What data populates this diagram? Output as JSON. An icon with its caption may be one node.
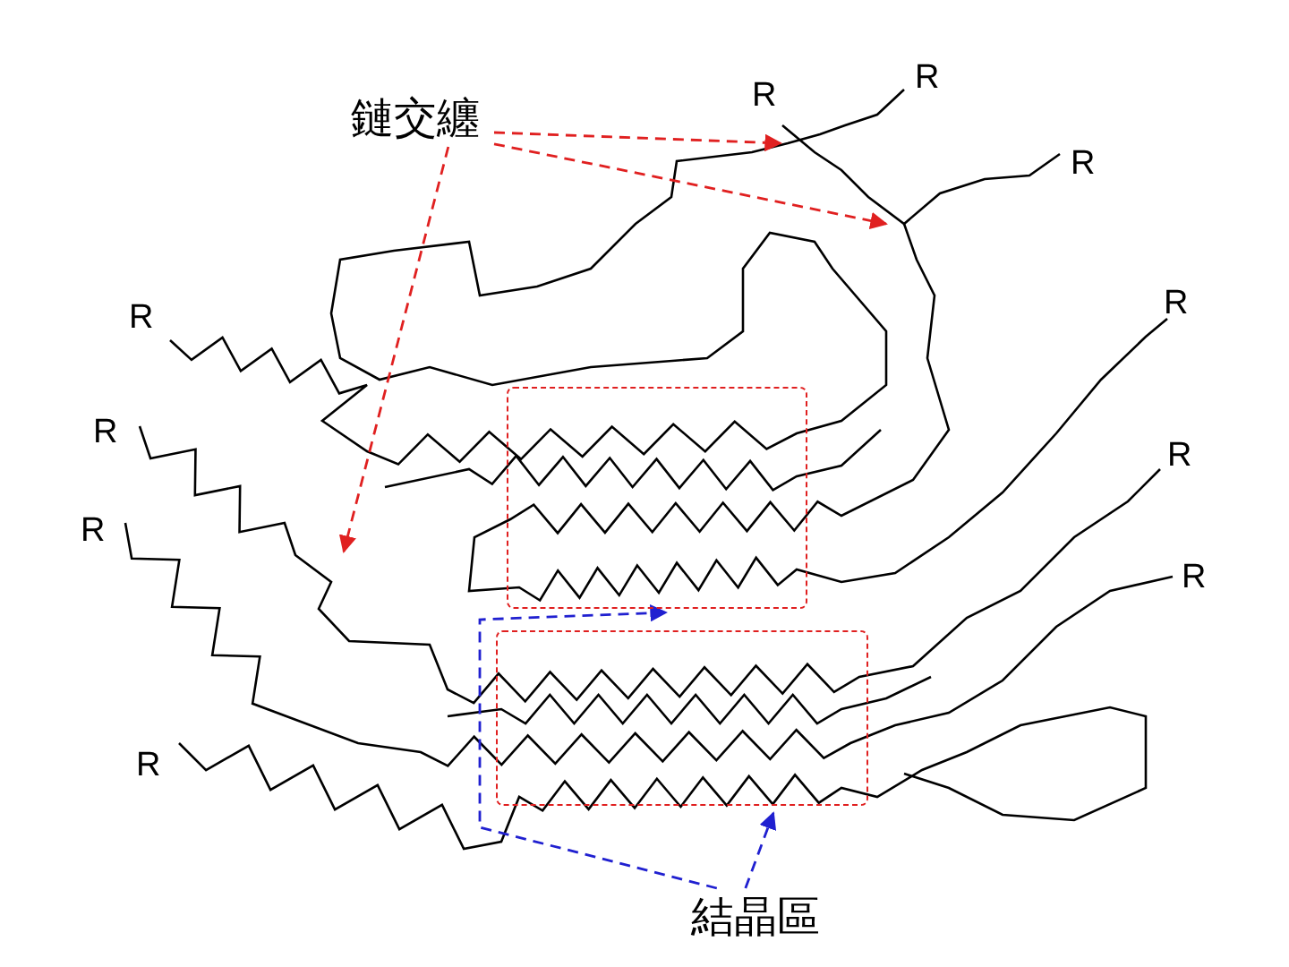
{
  "diagram": {
    "nodes": [
      {
        "text": [
          "鏈交纏"
        ]
      },
      {
        "text": [],
        "shape": "box"
      },
      {
        "text": [],
        "shape": "box"
      },
      {
        "text": [
          "結晶區"
        ]
      }
    ],
    "edges": [
      {
        "from": 0,
        "to": null,
        "arrow": "to",
        "style": "dashed",
        "color": "#e02020"
      },
      {
        "from": 0,
        "to": null,
        "arrow": "to",
        "style": "dashed",
        "color": "#e02020"
      },
      {
        "from": 0,
        "to": null,
        "arrow": "to",
        "style": "dashed",
        "color": "#e02020"
      },
      {
        "from": 3,
        "to": 1,
        "arrow": "to",
        "style": "dashed",
        "color": "#2020d0"
      },
      {
        "from": 3,
        "to": 2,
        "arrow": "to",
        "style": "dashed",
        "color": "#2020d0"
      }
    ],
    "labels": [
      "R",
      "R",
      "R",
      "R",
      "R",
      "R",
      "R",
      "R",
      "R",
      "R"
    ]
  }
}
